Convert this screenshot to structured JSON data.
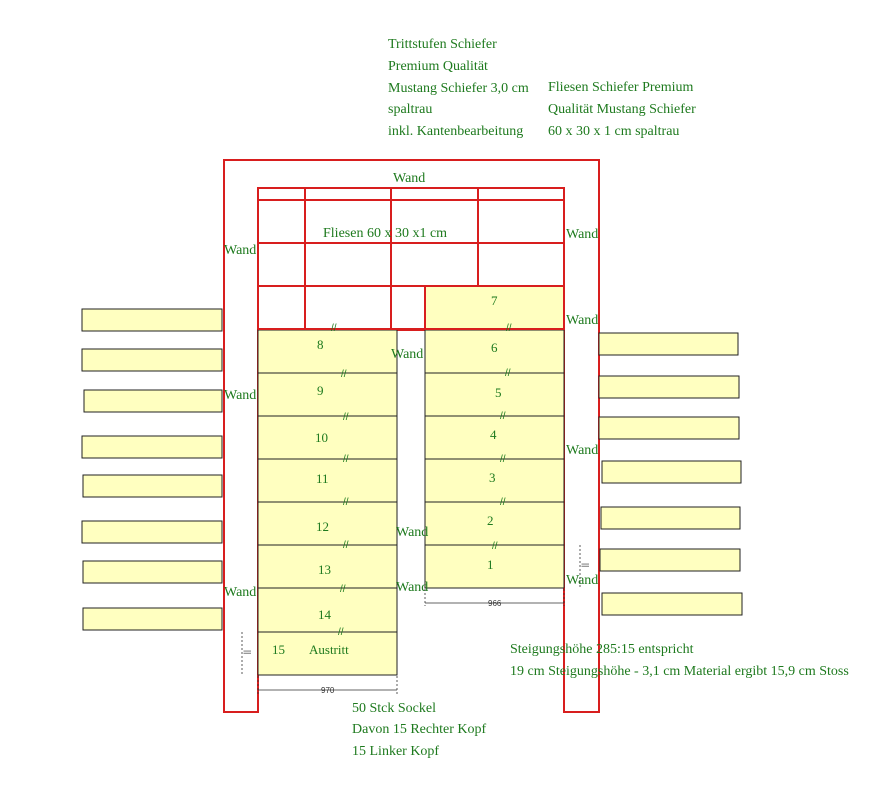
{
  "colors": {
    "wall": "#d81e1e",
    "tread": "#ffffc0",
    "text": "#1e7a1e",
    "outline": "#222222",
    "dim": "#333333"
  },
  "notes": {
    "steps_material": [
      "Trittstufen Schiefer",
      "Premium Qualität",
      "Mustang Schiefer 3,0 cm",
      "spaltrau",
      "inkl. Kantenbearbeitung"
    ],
    "tiles_material": [
      "Fliesen Schiefer Premium",
      "Qualität Mustang Schiefer",
      "60 x 30 x 1 cm spaltrau"
    ],
    "rise": [
      "Steigungshöhe 285:15 entspricht",
      "19 cm Steigungshöhe - 3,1 cm Material ergibt  15,9 cm Stoss"
    ],
    "sockel": [
      "50 Stck Sockel",
      "Davon 15 Rechter Kopf",
      "15 Linker Kopf"
    ]
  },
  "labels": {
    "wand": "Wand",
    "tiles": "Fliesen 60 x 30 x1 cm",
    "austritt": "Austritt",
    "dim_left": "970",
    "dim_right": "966",
    "gap_left": "||",
    "gap_right": "||"
  },
  "steps_left": [
    "8",
    "9",
    "10",
    "11",
    "12",
    "13",
    "14",
    "15"
  ],
  "steps_right": [
    "7",
    "6",
    "5",
    "4",
    "3",
    "2",
    "1"
  ],
  "step_mark": "//"
}
